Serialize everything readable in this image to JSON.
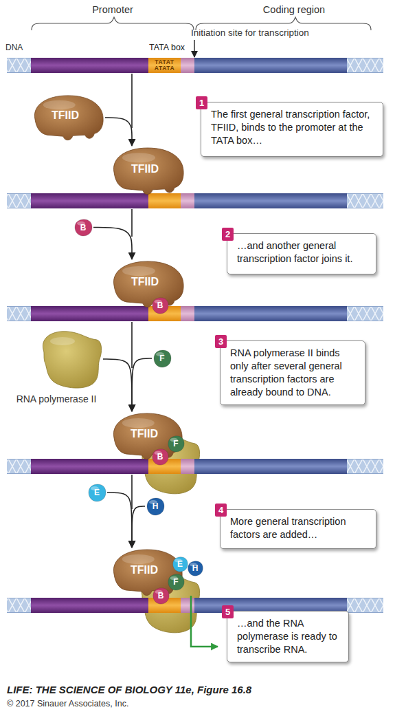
{
  "diagram": {
    "caption": "LIFE: THE SCIENCE OF BIOLOGY 11e, Figure 16.8",
    "nodes": [
      {
        "text": [
          "TATA box",
          "TATAT",
          "ATATA"
        ]
      },
      {
        "text": [
          "TFIID"
        ]
      },
      {
        "text": [
          "The first general transcription factor, TFIID, binds to the promoter at the TATA box…"
        ]
      },
      {
        "text": [
          "1"
        ],
        "in": 2
      },
      {
        "text": [
          "TFIID"
        ]
      },
      {
        "text": [
          "B"
        ]
      },
      {
        "text": [
          "…and another general transcription factor joins it."
        ]
      },
      {
        "text": [
          "2"
        ],
        "in": 6
      },
      {
        "text": [
          "TFIID"
        ]
      },
      {
        "text": [
          "B"
        ]
      },
      {
        "text": [
          "RNA polymerase II"
        ]
      },
      {
        "text": [
          "F"
        ]
      },
      {
        "text": [
          "RNA polymerase II binds only after several general transcription factors are already bound to DNA."
        ]
      },
      {
        "text": [
          "3"
        ],
        "in": 12
      },
      {
        "text": [
          "TFIID"
        ]
      },
      {
        "text": [
          "F"
        ]
      },
      {
        "text": [
          "B"
        ]
      },
      {
        "text": [
          "E"
        ]
      },
      {
        "text": [
          "H"
        ]
      },
      {
        "text": [
          "More general transcription factors are added…"
        ]
      },
      {
        "text": [
          "4"
        ],
        "in": 19
      },
      {
        "text": [
          "TFIID"
        ]
      },
      {
        "text": [
          "E"
        ]
      },
      {
        "text": [
          "H"
        ]
      },
      {
        "text": [
          "F"
        ]
      },
      {
        "text": [
          "B"
        ]
      },
      {
        "text": [
          "…and the RNA polymerase is ready to transcribe RNA."
        ]
      },
      {
        "text": [
          "5"
        ],
        "in": 26
      }
    ],
    "edges": [
      {
        "from": 1,
        "to": 4,
        "arrow": "to"
      },
      {
        "from": 5,
        "to": 8,
        "arrow": "to"
      },
      {
        "from": 10,
        "to": 14,
        "arrow": "to"
      },
      {
        "from": 11,
        "to": 14,
        "arrow": "to"
      },
      {
        "from": 17,
        "to": 21,
        "arrow": "to"
      },
      {
        "from": 18,
        "to": 21,
        "arrow": "to"
      }
    ],
    "labels": [
      "Promoter",
      "Coding region",
      "Initiation site for transcription",
      "DNA",
      "© 2017 Sinauer Associates, Inc."
    ]
  }
}
